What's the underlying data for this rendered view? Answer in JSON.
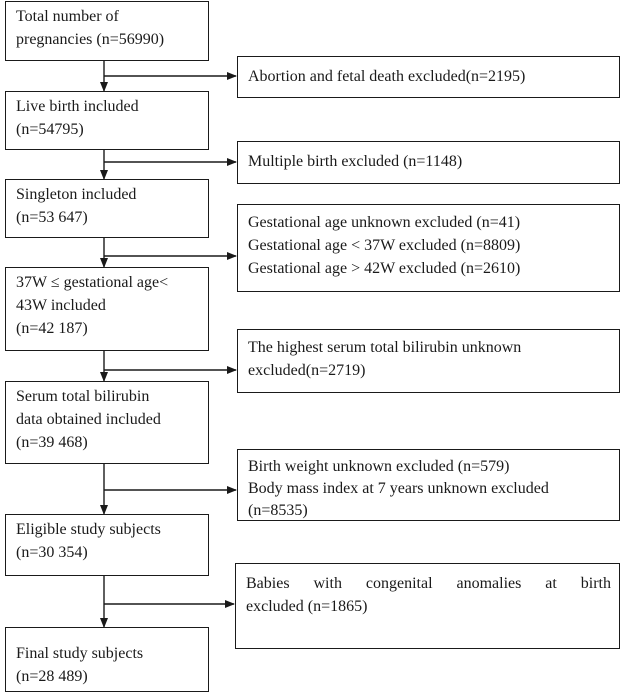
{
  "main_steps": [
    {
      "lines": [
        "Total number of",
        "pregnancies (n=56990)"
      ]
    },
    {
      "lines": [
        "Live birth included",
        "(n=54795)"
      ]
    },
    {
      "lines": [
        "Singleton included",
        "(n=53 647)"
      ]
    },
    {
      "lines": [
        "37W ≤ gestational age<",
        "43W included",
        "(n=42 187)"
      ]
    },
    {
      "lines": [
        "Serum total bilirubin",
        "data obtained included",
        "(n=39 468)"
      ]
    },
    {
      "lines": [
        "Eligible study subjects",
        "(n=30 354)"
      ]
    },
    {
      "lines": [
        "Final study subjects",
        "(n=28 489)"
      ]
    }
  ],
  "exclusions": [
    {
      "lines": [
        "Abortion and fetal death excluded(n=2195)"
      ]
    },
    {
      "lines": [
        "Multiple birth excluded (n=1148)"
      ]
    },
    {
      "lines": [
        "Gestational age unknown excluded (n=41)",
        "Gestational age < 37W excluded (n=8809)",
        "Gestational age > 42W excluded (n=2610)"
      ]
    },
    {
      "lines": [
        "The highest serum total bilirubin unknown",
        "excluded(n=2719)"
      ]
    },
    {
      "lines": [
        "Birth weight unknown excluded (n=579)",
        "Body mass index at 7 years unknown excluded",
        "(n=8535)"
      ]
    },
    {
      "lines": [
        "Babies with congenital anomalies at birth",
        "excluded (n=1865)"
      ]
    }
  ],
  "colors": {
    "line": "#1a1a1a",
    "background": "#ffffff"
  }
}
